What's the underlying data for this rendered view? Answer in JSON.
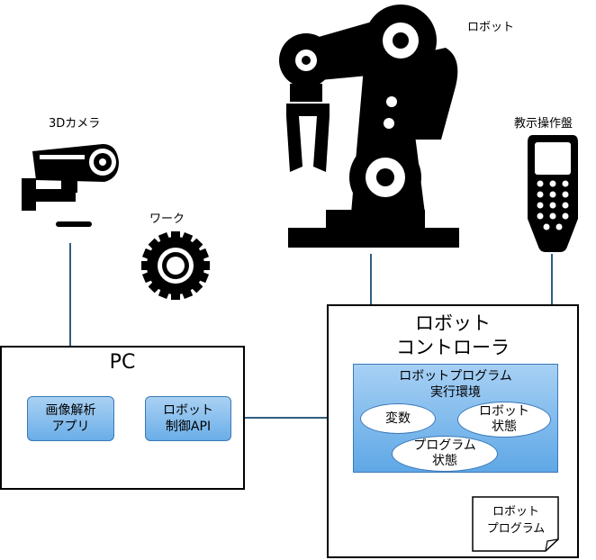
{
  "labels": {
    "camera": "3Dカメラ",
    "robot": "ロボット",
    "pendant": "教示操作盤",
    "work": "ワーク"
  },
  "pc": {
    "title": "PC",
    "app_line1": "画像解析",
    "app_line2": "アプリ",
    "api_line1": "ロボット",
    "api_line2": "制御API"
  },
  "controller": {
    "title_line1": "ロボット",
    "title_line2": "コントローラ",
    "env_line1": "ロボットプログラム",
    "env_line2": "実行環境",
    "var": "変数",
    "robot_state_line1": "ロボット",
    "robot_state_line2": "状態",
    "prog_state_line1": "プログラム",
    "prog_state_line2": "状態",
    "program_line1": "ロボット",
    "program_line2": "プログラム"
  },
  "colors": {
    "connector": "#2f5f7f",
    "box_fill": "#9fcbf0",
    "box_border": "#3b78b8",
    "icon": "#000000"
  },
  "icons": [
    "camera-icon",
    "robot-arm-icon",
    "teach-pendant-icon",
    "gear-icon"
  ]
}
